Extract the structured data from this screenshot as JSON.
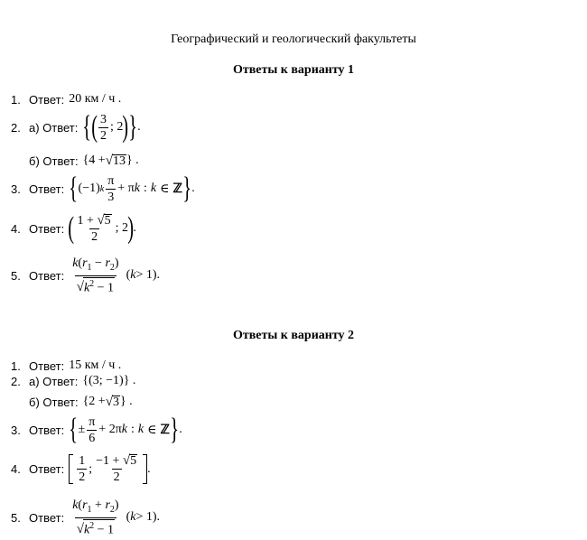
{
  "faculty_title": "Географический и геологический факультеты",
  "variant1": {
    "title": "Ответы к варианту 1",
    "items": [
      {
        "num": "1.",
        "label": "Ответ:",
        "text": "20  км / ч ."
      },
      {
        "num": "2.",
        "label": "а) Ответ:"
      },
      {
        "num": "",
        "label": "б) Ответ:"
      },
      {
        "num": "3.",
        "label": "Ответ:"
      },
      {
        "num": "4.",
        "label": "Ответ:"
      },
      {
        "num": "5.",
        "label": "Ответ:"
      }
    ]
  },
  "variant2": {
    "title": "Ответы к варианту 2",
    "items": [
      {
        "num": "1.",
        "label": "Ответ:",
        "text": "15  км / ч ."
      },
      {
        "num": "2.",
        "label": "а) Ответ:"
      },
      {
        "num": "",
        "label": "б) Ответ:"
      },
      {
        "num": "3.",
        "label": "Ответ:"
      },
      {
        "num": "4.",
        "label": "Ответ:"
      },
      {
        "num": "5.",
        "label": "Ответ:"
      }
    ]
  }
}
